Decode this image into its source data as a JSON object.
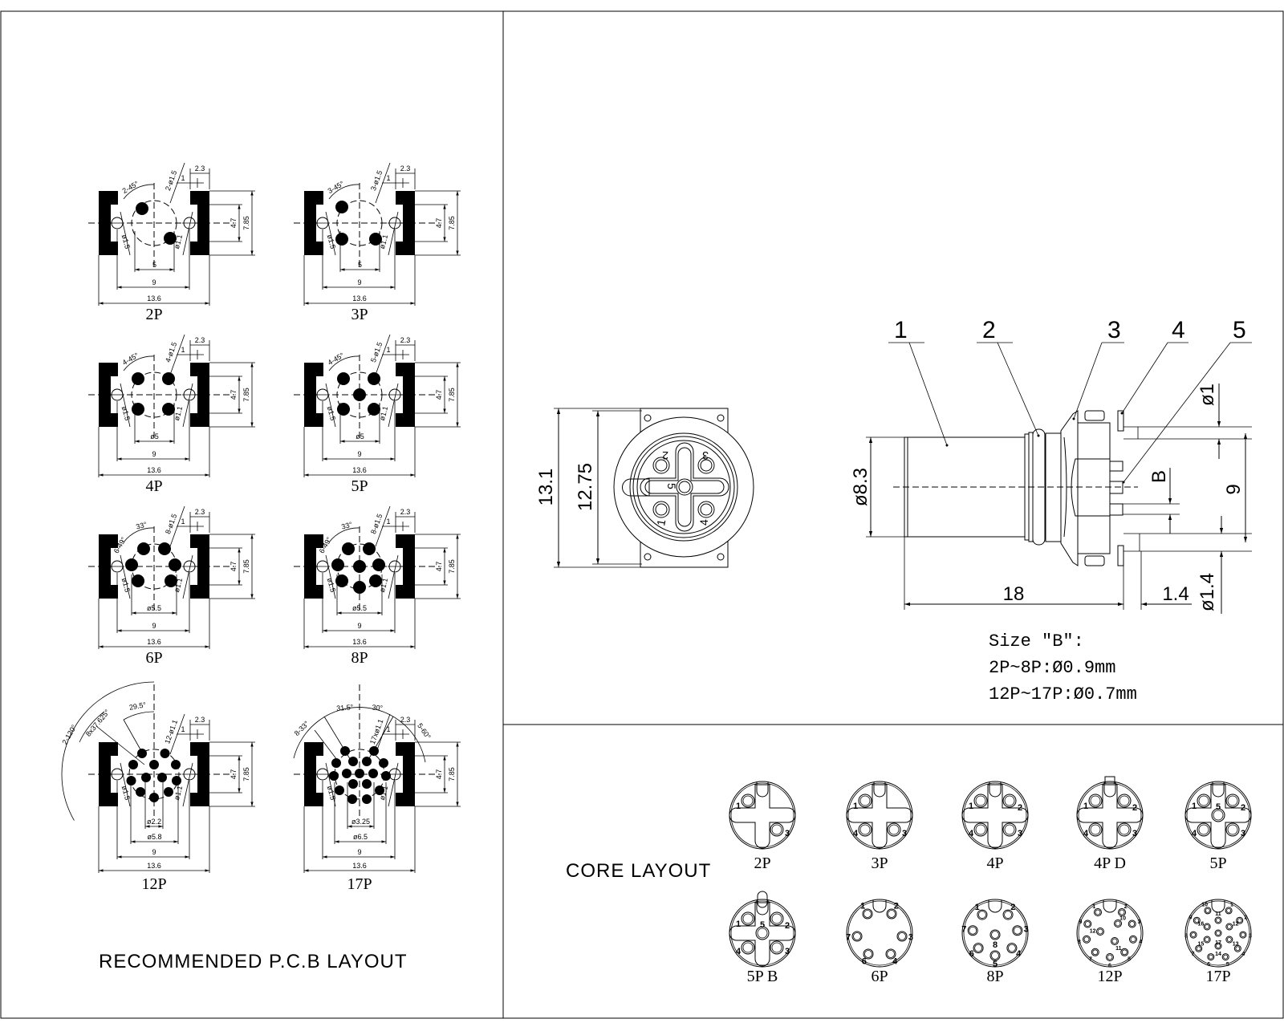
{
  "pcb_layout": {
    "title": "RECOMMENDED P.C.B LAYOUT",
    "cells": [
      {
        "label": "2P",
        "angles": [
          "2-45°"
        ],
        "pin_note": "2-ø1.5",
        "hole_left": "ø1.5",
        "hole_right": "ø1.1",
        "inner_dims": [
          "5"
        ],
        "pitch": "9",
        "width": "13.6",
        "edge": "2.3",
        "offset": "1",
        "inner_h": "4.7",
        "outer_h": "7.85"
      },
      {
        "label": "3P",
        "angles": [
          "3-45°"
        ],
        "pin_note": "3-ø1.5",
        "hole_left": "ø1.5",
        "hole_right": "ø1.1",
        "inner_dims": [
          "5"
        ],
        "pitch": "9",
        "width": "13.6",
        "edge": "2.3",
        "offset": "1",
        "inner_h": "4.7",
        "outer_h": "7.85"
      },
      {
        "label": "4P",
        "angles": [
          "4-45°"
        ],
        "pin_note": "4-ø1.5",
        "hole_left": "ø1.5",
        "hole_right": "ø1.1",
        "inner_dims": [
          "ø5"
        ],
        "pitch": "9",
        "width": "13.6",
        "edge": "2.3",
        "offset": "1",
        "inner_h": "4.7",
        "outer_h": "7.85"
      },
      {
        "label": "5P",
        "angles": [
          "4-45°"
        ],
        "pin_note": "5-ø1.5",
        "hole_left": "ø1.5",
        "hole_right": "ø1.1",
        "inner_dims": [
          "ø5"
        ],
        "pitch": "9",
        "width": "13.6",
        "edge": "2.3",
        "offset": "1",
        "inner_h": "4.7",
        "outer_h": "7.85"
      },
      {
        "label": "6P",
        "angles": [
          "6-49°",
          "33°"
        ],
        "pin_note": "8-ø1.5",
        "hole_left": "ø1.5",
        "hole_right": "ø1.1",
        "inner_dims": [
          "ø5.5"
        ],
        "pitch": "9",
        "width": "13.6",
        "edge": "2.3",
        "offset": "1",
        "inner_h": "4.7",
        "outer_h": "7.85"
      },
      {
        "label": "8P",
        "angles": [
          "6-49°",
          "33°"
        ],
        "pin_note": "8-ø1.5",
        "hole_left": "ø1.5",
        "hole_right": "ø1.1",
        "inner_dims": [
          "ø5.5"
        ],
        "pitch": "9",
        "width": "13.6",
        "edge": "2.3",
        "offset": "1",
        "inner_h": "4.7",
        "outer_h": "7.85"
      },
      {
        "label": "12P",
        "angles": [
          "2-120°",
          "8x37.625°",
          "29.5°"
        ],
        "pin_note": "12-ø1.1",
        "hole_left": "ø1.5",
        "hole_right": "ø1.1",
        "inner_dims": [
          "ø2.2",
          "ø5.8"
        ],
        "pitch": "9",
        "width": "13.6",
        "edge": "2.3",
        "offset": "1",
        "inner_h": "4.7",
        "outer_h": "7.85"
      },
      {
        "label": "17P",
        "angles": [
          "8-33°",
          "31.5°",
          "30°",
          "5-60°"
        ],
        "pin_note": "17xø1.1",
        "hole_left": "ø1.5",
        "hole_right": "ø1.1",
        "inner_dims": [
          "ø3.25",
          "ø6.5"
        ],
        "pitch": "9",
        "width": "13.6",
        "edge": "2.3",
        "offset": "1",
        "inner_h": "4.7",
        "outer_h": "7.85"
      }
    ]
  },
  "front_view": {
    "dims": {
      "outer": "13.1",
      "inner": "12.75"
    },
    "pins": [
      "2",
      "3",
      "5",
      "1",
      "4"
    ]
  },
  "side_view": {
    "callouts": [
      "1",
      "2",
      "3",
      "4",
      "5"
    ],
    "dims": {
      "body_dia": "ø8.3",
      "length": "18",
      "tail": "1.4",
      "pin_top": "ø1",
      "pin_bottom": "ø1.4",
      "b": "B",
      "spacing": "9"
    },
    "notes": [
      "Size \"B\":",
      "2P~8P:Ø0.9mm",
      "12P~17P:Ø0.7mm"
    ]
  },
  "core_layout": {
    "title": "CORE LAYOUT",
    "items": [
      {
        "label": "2P",
        "pins": [
          "1",
          "3"
        ]
      },
      {
        "label": "3P",
        "pins": [
          "1",
          "4",
          "3"
        ]
      },
      {
        "label": "4P",
        "pins": [
          "1",
          "2",
          "4",
          "3"
        ]
      },
      {
        "label": "4P  D",
        "pins": [
          "1",
          "2",
          "4",
          "3"
        ]
      },
      {
        "label": "5P",
        "pins": [
          "1",
          "5",
          "2",
          "4",
          "3"
        ]
      },
      {
        "label": "5P  B",
        "pins": [
          "1",
          "5",
          "2",
          "4",
          "3"
        ]
      },
      {
        "label": "6P",
        "pins": [
          "1",
          "2",
          "3",
          "4",
          "6",
          "7"
        ]
      },
      {
        "label": "8P",
        "pins": [
          "1",
          "2",
          "3",
          "4",
          "5",
          "6",
          "7",
          "8"
        ]
      },
      {
        "label": "12P",
        "pins": [
          "1",
          "2",
          "3",
          "4",
          "5",
          "6",
          "7",
          "8",
          "9",
          "10",
          "11",
          "12"
        ]
      },
      {
        "label": "17P",
        "pins": [
          "1",
          "2",
          "3",
          "4",
          "5",
          "6",
          "7",
          "8",
          "9",
          "10",
          "11",
          "12",
          "13",
          "14",
          "15",
          "16",
          "17"
        ]
      }
    ]
  }
}
